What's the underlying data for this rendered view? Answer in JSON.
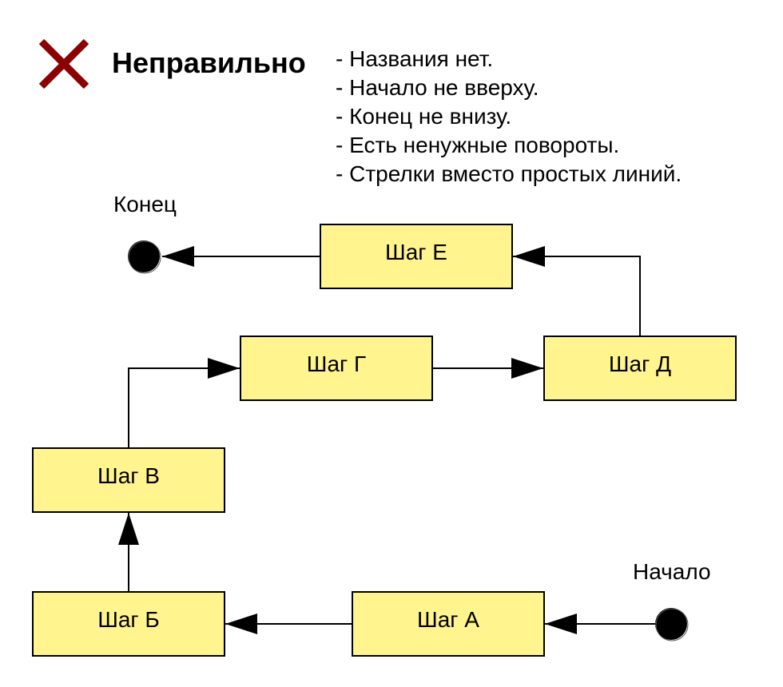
{
  "header": {
    "icon": "cross-icon",
    "icon_color": "#8b0000",
    "title": "Неправильно",
    "notes": [
      "- Названия нет.",
      "- Начало не вверху.",
      "- Конец не внизу.",
      "- Есть ненужные повороты.",
      "- Стрелки вместо простых линий."
    ]
  },
  "diagram": {
    "start_label": "Начало",
    "end_label": "Конец",
    "box_fill": "#fff48d",
    "steps": {
      "a": "Шаг А",
      "b": "Шаг Б",
      "c": "Шаг В",
      "d": "Шаг Г",
      "e": "Шаг Д",
      "f": "Шаг Е"
    }
  }
}
